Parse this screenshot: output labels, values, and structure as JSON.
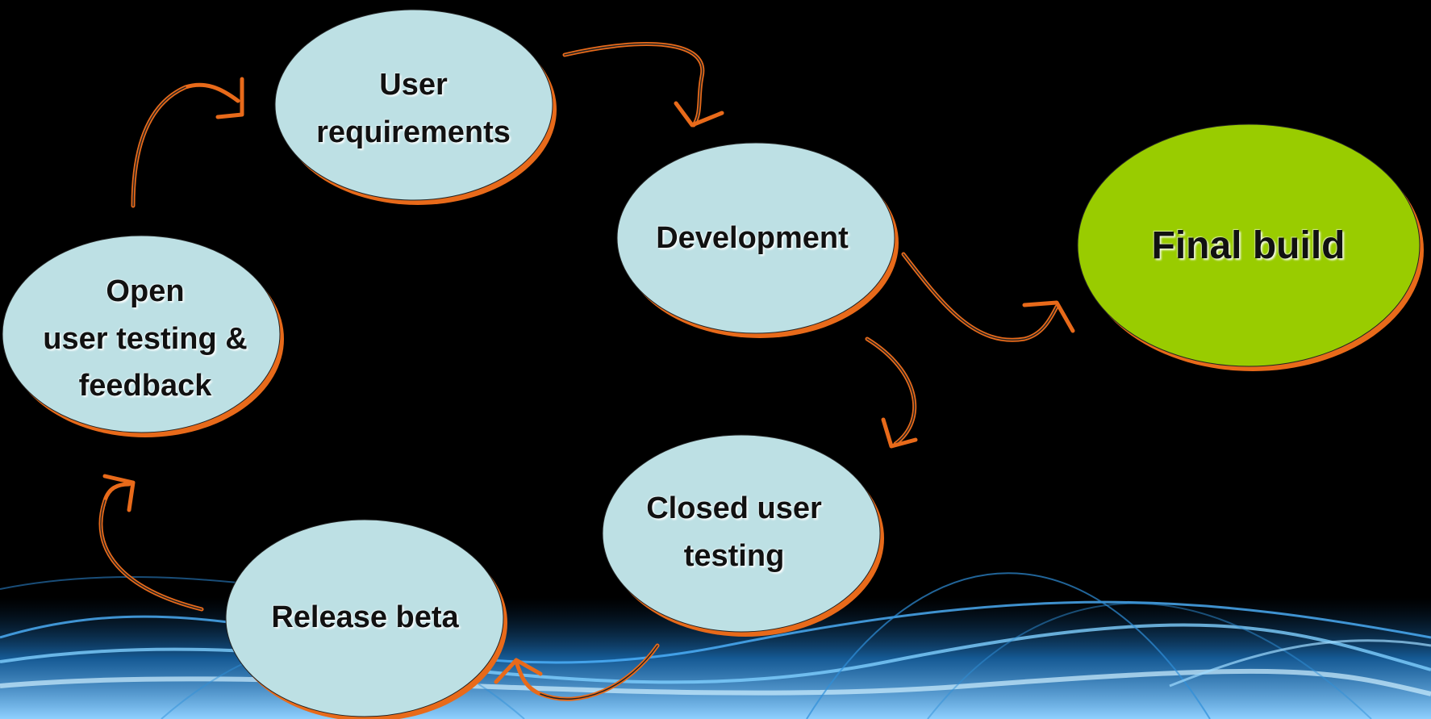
{
  "diagram": {
    "nodes": [
      {
        "id": "user-requirements",
        "label": "User\nrequirements"
      },
      {
        "id": "development",
        "label": "Development"
      },
      {
        "id": "final-build",
        "label": "Final build"
      },
      {
        "id": "open-testing",
        "label": "Open\nuser testing &\nfeedback"
      },
      {
        "id": "closed-testing",
        "label": "Closed user\ntesting"
      },
      {
        "id": "release-beta",
        "label": "Release beta"
      }
    ],
    "edges": [
      {
        "from": "user-requirements",
        "to": "development"
      },
      {
        "from": "development",
        "to": "closed-testing"
      },
      {
        "from": "development",
        "to": "final-build"
      },
      {
        "from": "closed-testing",
        "to": "release-beta"
      },
      {
        "from": "release-beta",
        "to": "open-testing"
      },
      {
        "from": "open-testing",
        "to": "user-requirements"
      }
    ]
  },
  "colors": {
    "background": "#000000",
    "node_fill": "#bde0e4",
    "final_fill": "#99cc00",
    "node_border": "#e86a1a",
    "arrow": "#e86a1a",
    "wave": "#3aa0e8"
  },
  "icons": {
    "arrow": "curved-arrow-icon"
  }
}
